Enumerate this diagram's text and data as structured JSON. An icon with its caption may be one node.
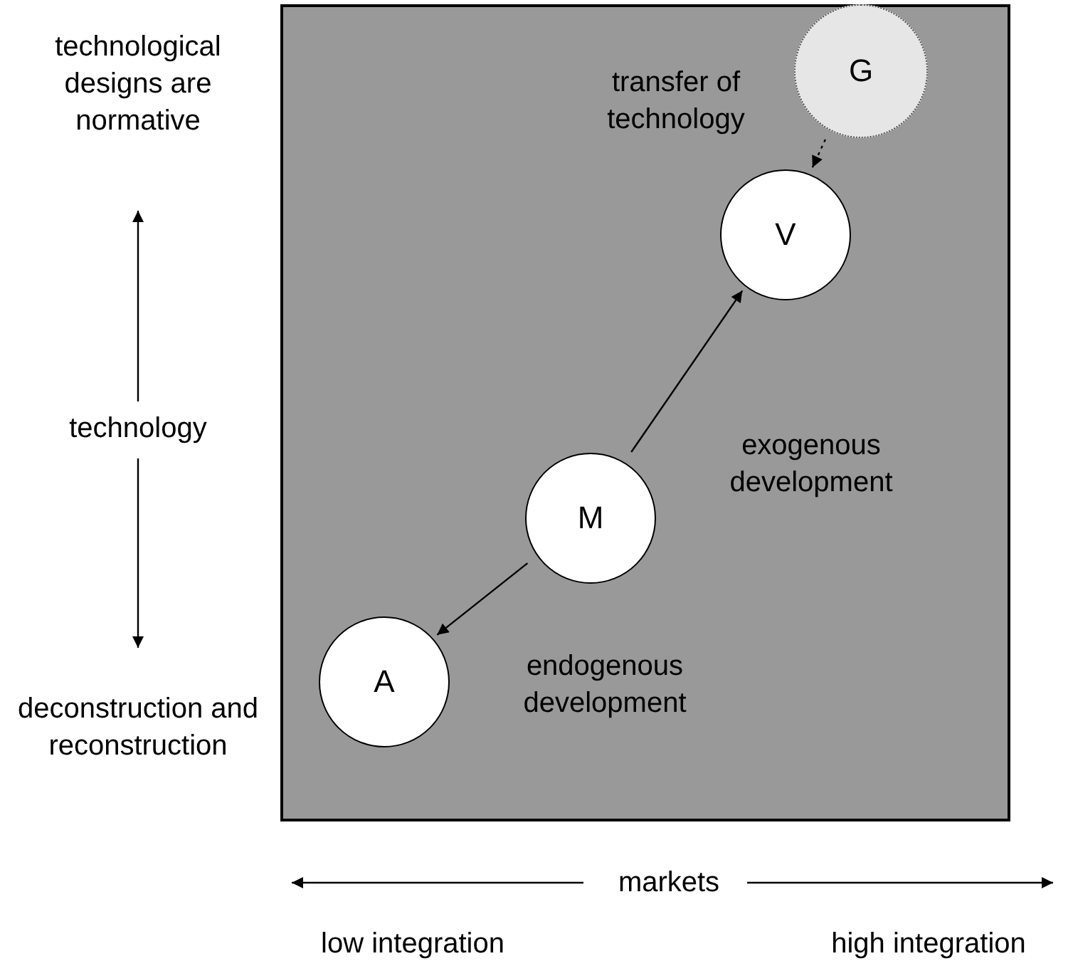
{
  "diagram": {
    "nodes": [
      {
        "text": [],
        "shape": "box"
      },
      {
        "text": [
          "G"
        ],
        "in": 0
      },
      {
        "text": [
          "V"
        ],
        "in": 0
      },
      {
        "text": [
          "M"
        ],
        "in": 0
      },
      {
        "text": [
          "A"
        ],
        "in": 0
      }
    ],
    "edges": [
      {
        "from": 1,
        "to": 2,
        "arrow": "to",
        "style": "dashed",
        "label": "transfer of technology"
      },
      {
        "from": 3,
        "to": 2,
        "arrow": "to",
        "label": "exogenous development"
      },
      {
        "from": 3,
        "to": 4,
        "arrow": "to",
        "label": "endogenous development"
      }
    ],
    "labels": [
      "technological designs are normative",
      "technology",
      "deconstruction and reconstruction",
      "markets",
      "low integration",
      "high integration"
    ]
  }
}
